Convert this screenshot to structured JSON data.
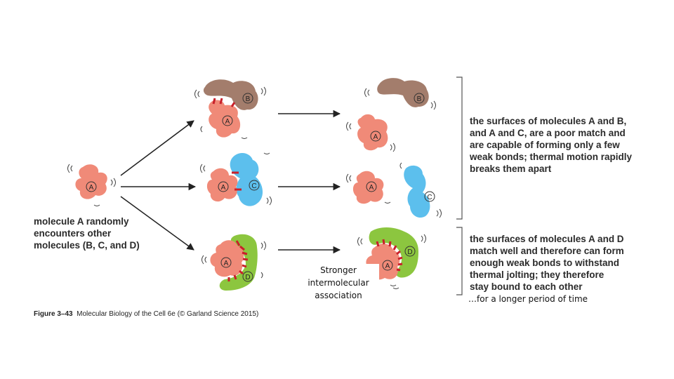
{
  "left_caption": {
    "line1": "molecule A randomly",
    "line2": "encounters other",
    "line3": "molecules (B, C, and D)"
  },
  "poor_match_caption": {
    "line1": "the surfaces of molecules A and B,",
    "line2": "and A and C, are a poor match and",
    "line3": "are capable of forming only a few",
    "line4": "weak bonds; thermal motion rapidly",
    "line5": "breaks them apart"
  },
  "good_match_caption": {
    "line1": "the surfaces of molecules A and D",
    "line2": "match well and therefore can form",
    "line3": "enough weak bonds to withstand",
    "line4": "thermal jolting; they therefore",
    "line5": "stay bound to each other"
  },
  "longer_period_note": "…for a longer period of time",
  "stronger_note": {
    "line1": "Stronger",
    "line2": "intermolecular",
    "line3": "association"
  },
  "figure_credit": {
    "label": "Figure 3–43",
    "source": "Molecular Biology of the Cell 6e (© Garland Science 2015)"
  },
  "molecule_labels": {
    "a": "A",
    "b": "B",
    "c": "C",
    "d": "D"
  },
  "colors": {
    "molecule_a": "#f08a78",
    "molecule_b": "#a37d6c",
    "molecule_c": "#5cbfed",
    "molecule_d": "#8cc63f",
    "bond": "#c8202a"
  }
}
